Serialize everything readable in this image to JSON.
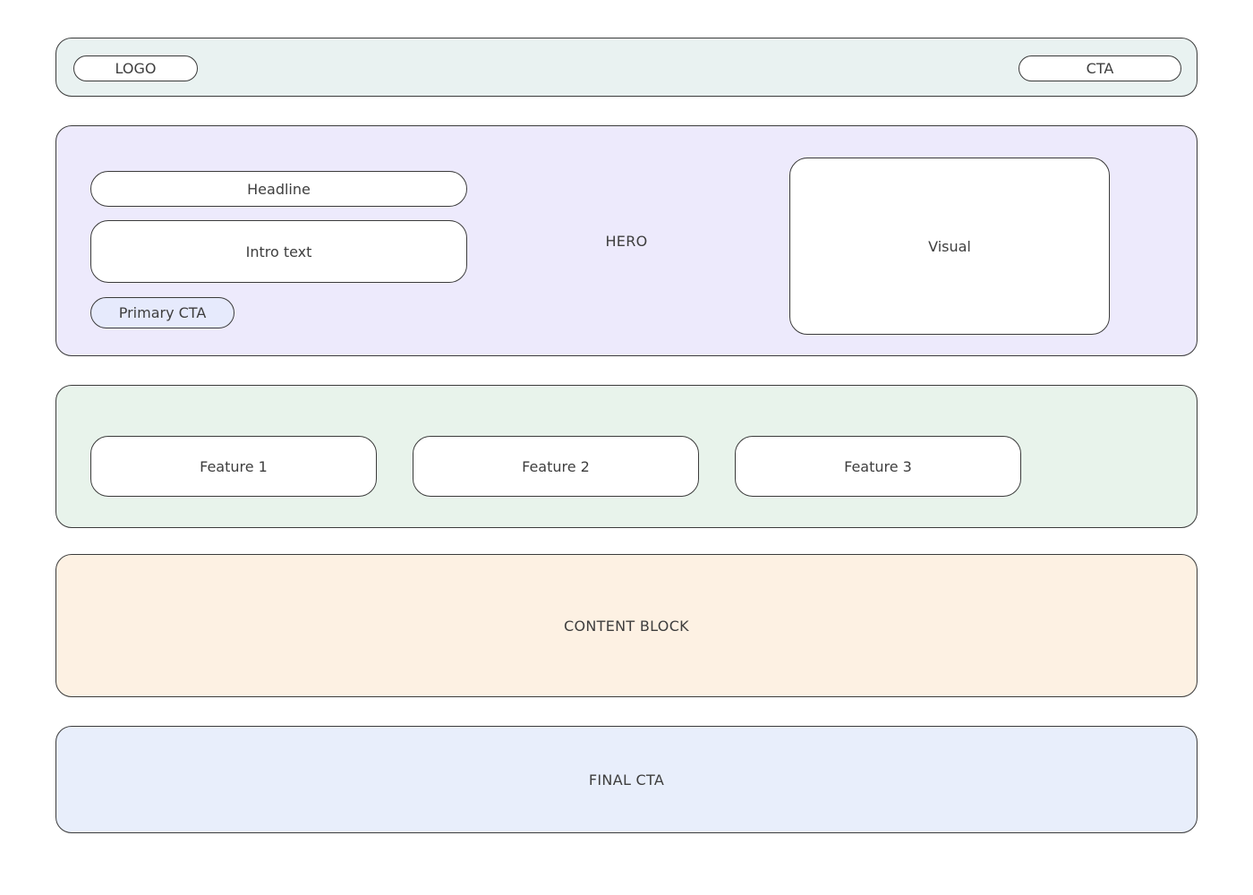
{
  "palette": {
    "topbar_bg": "#e9f2f1",
    "hero_bg": "#edeafc",
    "primary_cta_bg": "#e6eafc",
    "features_bg": "#e8f3eb",
    "content_block_bg": "#fdf1e3",
    "final_cta_bg": "#e8eefb",
    "card_bg": "#ffffff",
    "border": "#3b3b3b",
    "text": "#3e3e3e",
    "page_bg": "#ffffff"
  },
  "topbar": {
    "logo_label": "LOGO",
    "cta_label": "CTA"
  },
  "hero": {
    "section_label": "HERO",
    "headline_label": "Headline",
    "intro_label": "Intro text",
    "primary_cta_label": "Primary CTA",
    "visual_label": "Visual"
  },
  "features": {
    "items": [
      {
        "label": "Feature 1"
      },
      {
        "label": "Feature 2"
      },
      {
        "label": "Feature 3"
      }
    ]
  },
  "content_block": {
    "label": "CONTENT BLOCK"
  },
  "final_cta": {
    "label": "FINAL CTA"
  }
}
